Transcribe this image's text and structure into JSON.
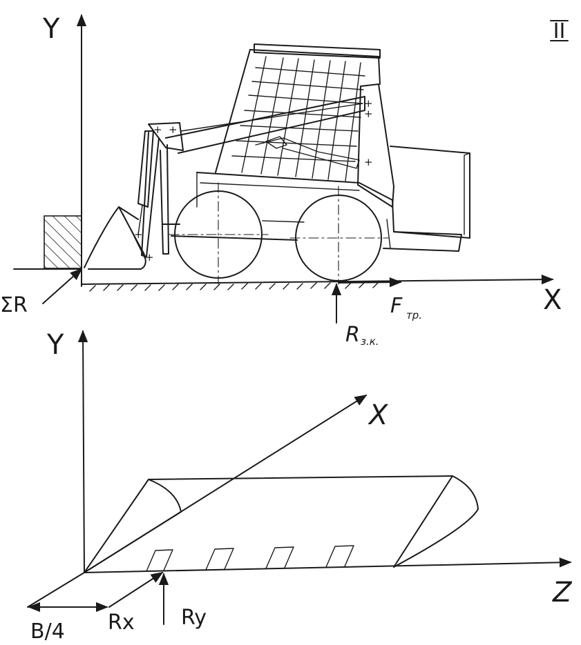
{
  "sheet_number": "II",
  "side_view": {
    "axis_y": "Y",
    "axis_x": "X",
    "force_sum": "ΣR",
    "friction_force": "F",
    "friction_subscript": "тр.",
    "wheel_reaction": "R",
    "wheel_reaction_subscript": "з.к."
  },
  "bucket_view": {
    "axis_y": "Y",
    "axis_x": "X",
    "axis_z": "Z",
    "offset_label": "B/4",
    "reaction_x": "Rx",
    "reaction_y": "Ry"
  },
  "colors": {
    "ink": "#1a1a1a",
    "paper": "#ffffff"
  }
}
